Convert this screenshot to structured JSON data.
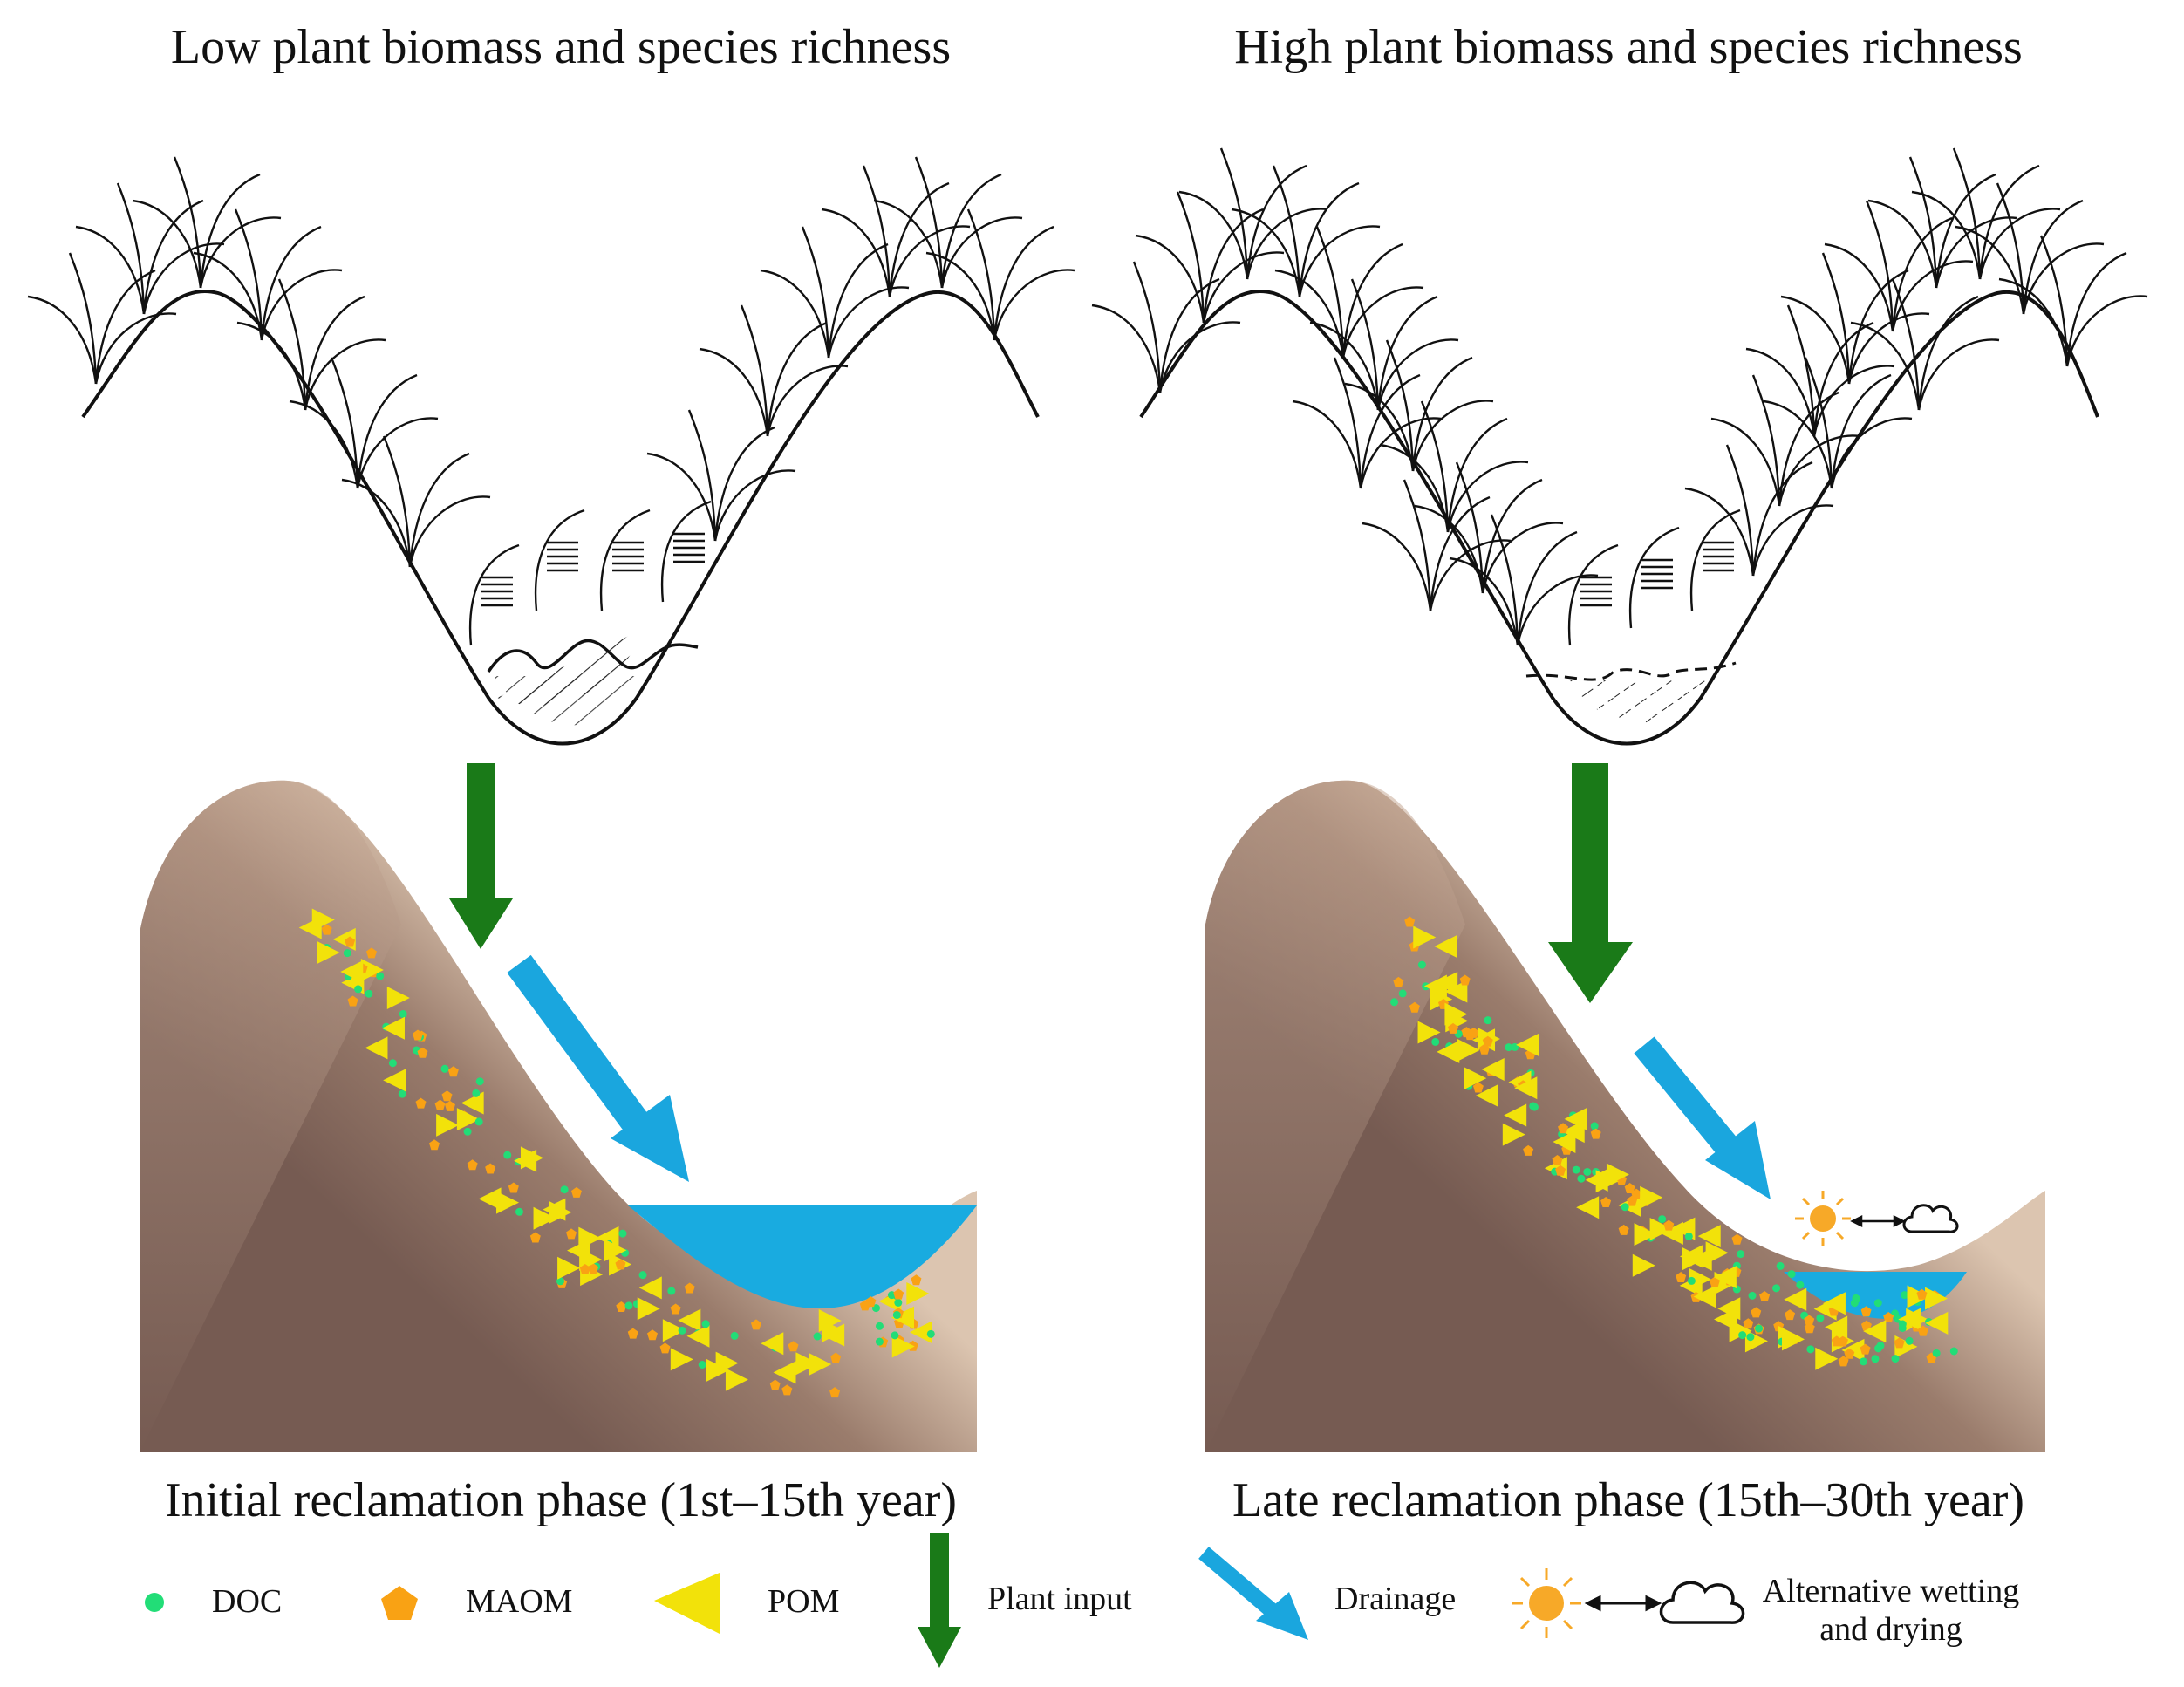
{
  "titles": {
    "left_top": "Low plant biomass and species richness",
    "right_top": "High plant biomass and species richness",
    "left_bottom": "Initial reclamation phase (1st–15th year)",
    "right_bottom": "Late reclamation phase (15th–30th year)"
  },
  "legend": {
    "doc": "DOC",
    "maom": "MAOM",
    "pom": "POM",
    "plant_input": "Plant input",
    "drainage": "Drainage",
    "wet_dry_line1": "Alternative wetting",
    "wet_dry_line2": "and drying"
  },
  "colors": {
    "doc": "#22dd77",
    "maom": "#f9a214",
    "pom": "#f2e20a",
    "plant_input_arrow": "#1a7a18",
    "drainage_arrow": "#1aa6de",
    "water": "#19abe0",
    "soil_dark": "#765b52",
    "soil_light": "#d9c2ad",
    "sun": "#f7a928"
  },
  "icons": [
    "grass-icon",
    "sun-icon",
    "cloud-icon",
    "double-arrow-icon"
  ]
}
